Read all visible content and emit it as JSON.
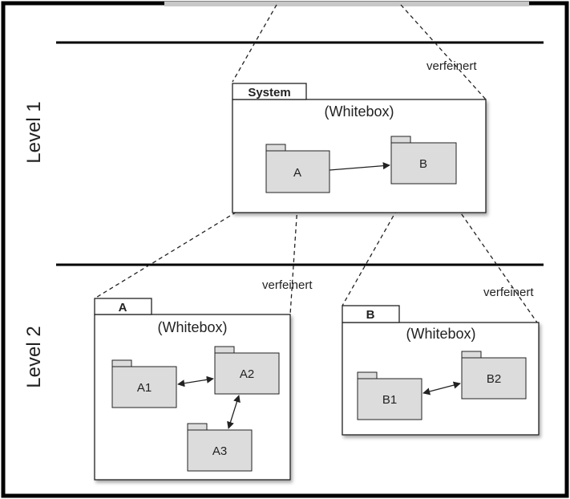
{
  "levels": {
    "level1": "Level 1",
    "level2": "Level 2"
  },
  "packages": {
    "system": {
      "tab": "System",
      "subtitle": "(Whitebox)"
    },
    "a": {
      "tab": "A",
      "subtitle": "(Whitebox)"
    },
    "b": {
      "tab": "B",
      "subtitle": "(Whitebox)"
    }
  },
  "modules": {
    "sys_a": "A",
    "sys_b": "B",
    "a1": "A1",
    "a2": "A2",
    "a3": "A3",
    "b1": "B1",
    "b2": "B2"
  },
  "annotations": {
    "top": "verfeinert",
    "a_refine": "verfeinert",
    "b_refine": "verfeinert"
  },
  "colors": {
    "frame": "#000000",
    "module_fill": "#dcdcdc",
    "package_fill": "#ffffff",
    "line": "#222222"
  }
}
